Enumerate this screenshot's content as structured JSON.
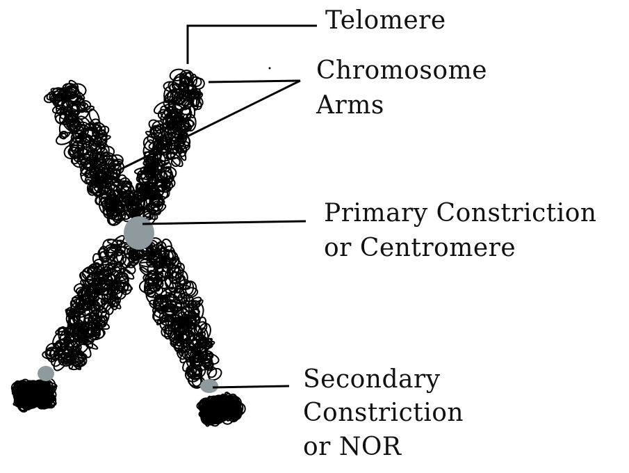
{
  "labels": {
    "telomere": "Telomere",
    "arms_line1": "Chromosome",
    "arms_line2": "Arms",
    "primary_line1": "Primary Constriction",
    "primary_line2": "or Centromere",
    "secondary_line1": "Secondary",
    "secondary_line2": "Constriction",
    "secondary_line3": "or NOR"
  },
  "colors": {
    "scribble": "#000000",
    "constriction": "#8e9a9e"
  }
}
